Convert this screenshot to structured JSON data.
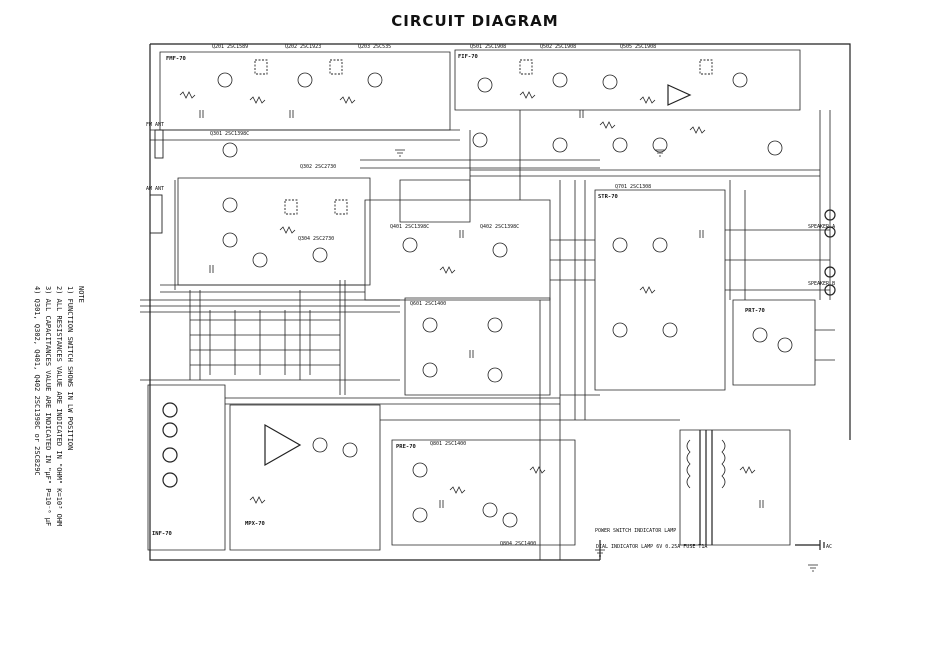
{
  "title": "CIRCUIT DIAGRAM",
  "notes": {
    "heading": "NOTE",
    "items": [
      "1) FUNCTION SWITCH SHOWS IN LW POSITION",
      "2) ALL RESISTANCES VALUE ARE INDICATED IN \"OHM\" K=10³ OHM",
      "3) ALL CAPACITANCES VALUE ARE INDICATED IN \"μF\" P=10⁻⁶ μF",
      "4) Q301, Q302, Q401, Q402 2SC1398C or 2SC829C"
    ]
  },
  "blocks": {
    "fmf": "FMF-70",
    "fif": "FIF-70",
    "pre": "PRE-70",
    "mpx": "MPX-70",
    "inf": "INF-70",
    "prt": "PRT-70",
    "str": "STR-70"
  },
  "labels": {
    "q201": "Q201 2SC1589",
    "q202": "Q202 2SC1923",
    "q203": "Q203 2SC535",
    "q301": "Q301 2SC1398C",
    "q302": "Q302 2SC2730",
    "q304": "Q304 2SC2730",
    "q401": "Q401 2SC1398C",
    "q402": "Q402 2SC1398C",
    "q501": "Q501 2SC1908",
    "q502": "Q502 2SC1908",
    "q505": "Q505 2SC1908",
    "q601": "Q601 2SC1400",
    "q701": "Q701 2SC1308",
    "q801": "Q801 2SC1400",
    "q804": "Q804 2SC1400",
    "fm_ant": "FM ANT",
    "am_ant": "AM ANT",
    "speaker_a": "SPEAKER A",
    "speaker_b": "SPEAKER B",
    "power": "POWER SWITCH INDICATOR LAMP",
    "dial": "DIAL INDICATOR LAMP 6V 0.25A  FUSE T1A",
    "ac": "AC"
  }
}
